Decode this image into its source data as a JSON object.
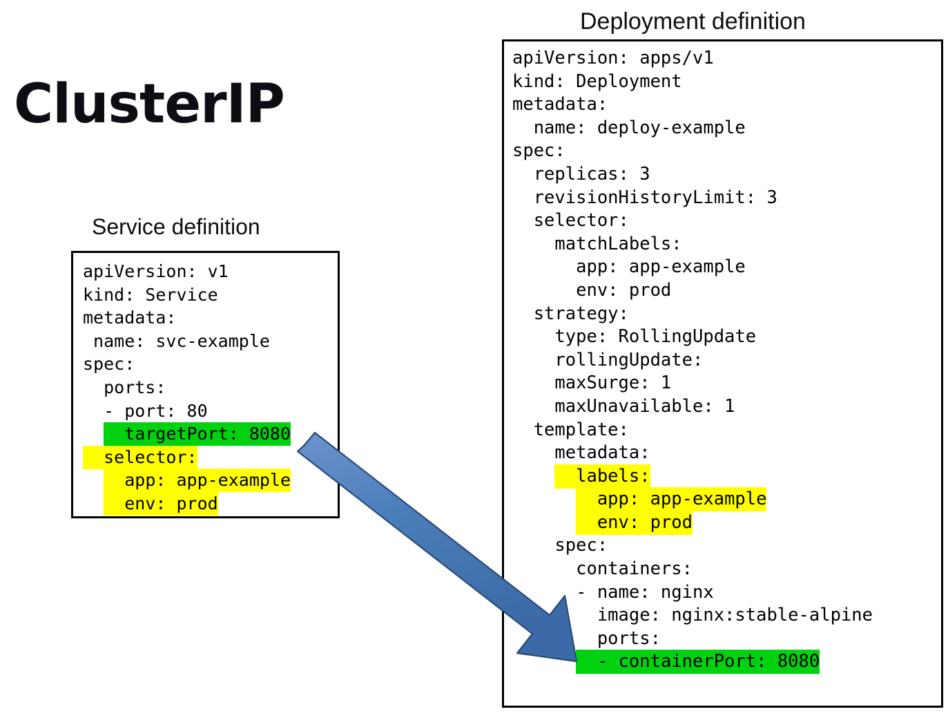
{
  "title": "ClusterIP",
  "colors": {
    "highlight_yellow": "#FFFF00",
    "highlight_green": "#00D20F",
    "arrow_blue": "#4A7EBB",
    "arrow_blue_dark": "#3A63A0",
    "border": "#000000",
    "text": "#000000",
    "background": "#FFFFFF"
  },
  "service": {
    "caption": "Service definition",
    "lines": [
      {
        "text": "apiVersion: v1",
        "highlight": "none"
      },
      {
        "text": "kind: Service",
        "highlight": "none"
      },
      {
        "text": "metadata:",
        "highlight": "none"
      },
      {
        "text": " name: svc-example",
        "highlight": "none"
      },
      {
        "text": "spec:",
        "highlight": "none"
      },
      {
        "text": "  ports:",
        "highlight": "none"
      },
      {
        "text": "  - port: 80",
        "highlight": "none"
      },
      {
        "text": "    targetPort: 8080",
        "highlight": "green"
      },
      {
        "text": "  selector:",
        "highlight": "yellow"
      },
      {
        "text": "    app: app-example",
        "highlight": "yellow"
      },
      {
        "text": "    env: prod",
        "highlight": "yellow"
      }
    ]
  },
  "deployment": {
    "caption": "Deployment definition",
    "lines": [
      {
        "text": "apiVersion: apps/v1",
        "highlight": "none"
      },
      {
        "text": "kind: Deployment",
        "highlight": "none"
      },
      {
        "text": "metadata:",
        "highlight": "none"
      },
      {
        "text": "  name: deploy-example",
        "highlight": "none"
      },
      {
        "text": "spec:",
        "highlight": "none"
      },
      {
        "text": "  replicas: 3",
        "highlight": "none"
      },
      {
        "text": "  revisionHistoryLimit: 3",
        "highlight": "none"
      },
      {
        "text": "  selector:",
        "highlight": "none"
      },
      {
        "text": "    matchLabels:",
        "highlight": "none"
      },
      {
        "text": "      app: app-example",
        "highlight": "none"
      },
      {
        "text": "      env: prod",
        "highlight": "none"
      },
      {
        "text": "  strategy:",
        "highlight": "none"
      },
      {
        "text": "    type: RollingUpdate",
        "highlight": "none"
      },
      {
        "text": "    rollingUpdate:",
        "highlight": "none"
      },
      {
        "text": "    maxSurge: 1",
        "highlight": "none"
      },
      {
        "text": "    maxUnavailable: 1",
        "highlight": "none"
      },
      {
        "text": "  template:",
        "highlight": "none"
      },
      {
        "text": "    metadata:",
        "highlight": "none"
      },
      {
        "text": "      labels:",
        "highlight": "yellow"
      },
      {
        "text": "        app: app-example",
        "highlight": "yellow"
      },
      {
        "text": "        env: prod",
        "highlight": "yellow"
      },
      {
        "text": "    spec:",
        "highlight": "none"
      },
      {
        "text": "      containers:",
        "highlight": "none"
      },
      {
        "text": "      - name: nginx",
        "highlight": "none"
      },
      {
        "text": "        image: nginx:stable-alpine",
        "highlight": "none"
      },
      {
        "text": "        ports:",
        "highlight": "none"
      },
      {
        "text": "        - containerPort: 8080",
        "highlight": "green"
      }
    ]
  },
  "arrow": {
    "label": "targetPort-to-containerPort-mapping",
    "from": "targetPort: 8080",
    "to": "- containerPort: 8080"
  }
}
